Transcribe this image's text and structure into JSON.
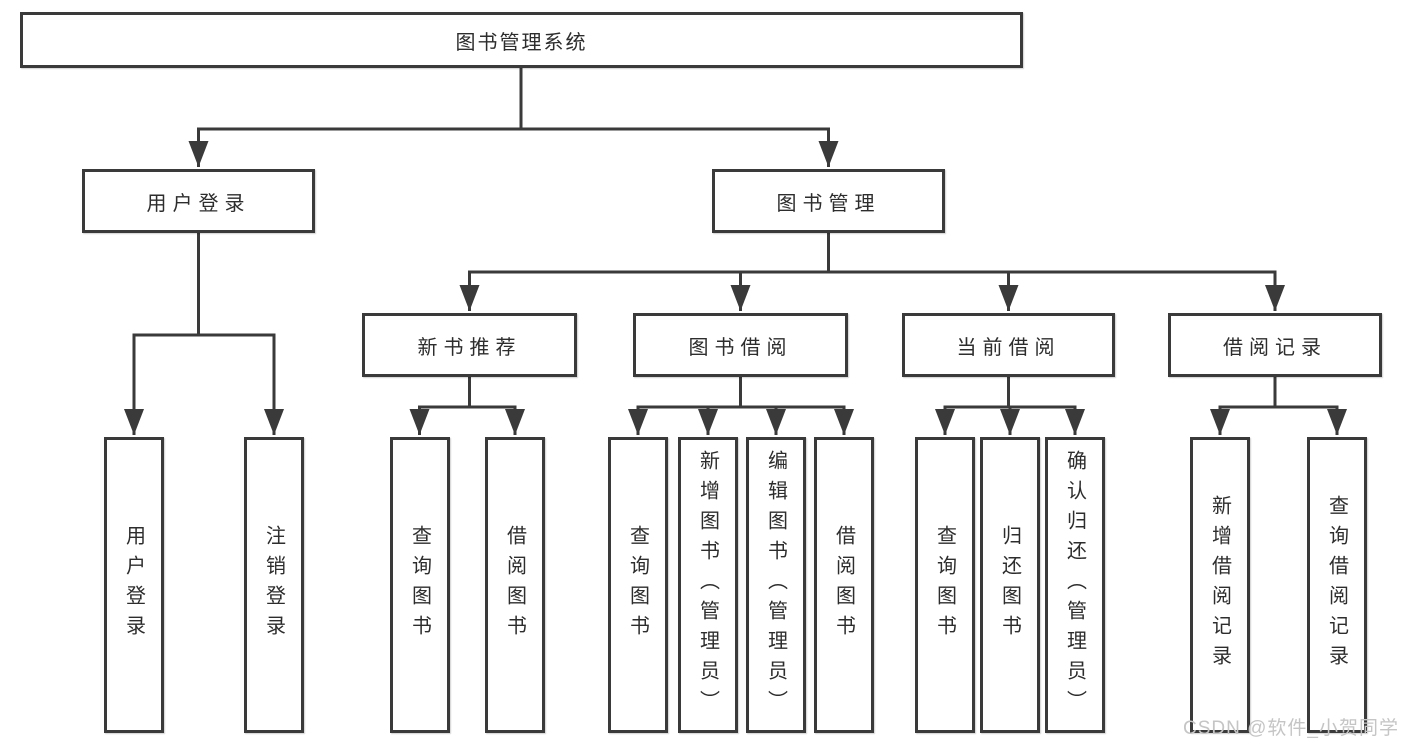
{
  "diagram": {
    "root": {
      "label": "图书管理系统"
    },
    "level2": [
      {
        "label": "用户登录"
      },
      {
        "label": "图书管理"
      }
    ],
    "level3": [
      {
        "label": "新书推荐"
      },
      {
        "label": "图书借阅"
      },
      {
        "label": "当前借阅"
      },
      {
        "label": "借阅记录"
      }
    ],
    "leaves": [
      {
        "label": "用户登录"
      },
      {
        "label": "注销登录"
      },
      {
        "label": "查询图书"
      },
      {
        "label": "借阅图书"
      },
      {
        "label": "查询图书"
      },
      {
        "label": "新增图书（管理员）"
      },
      {
        "label": "编辑图书（管理员）"
      },
      {
        "label": "借阅图书"
      },
      {
        "label": "查询图书"
      },
      {
        "label": "归还图书"
      },
      {
        "label": "确认归还（管理员）"
      },
      {
        "label": "新增借阅记录"
      },
      {
        "label": "查询借阅记录"
      }
    ]
  },
  "watermark": {
    "text": "CSDN @软件_小贺同学"
  },
  "colors": {
    "line": "#3a3a3a",
    "box_border": "#3a3a3a",
    "text": "#2d2d2d",
    "watermark": "#c5c5c5",
    "background": "#ffffff"
  }
}
